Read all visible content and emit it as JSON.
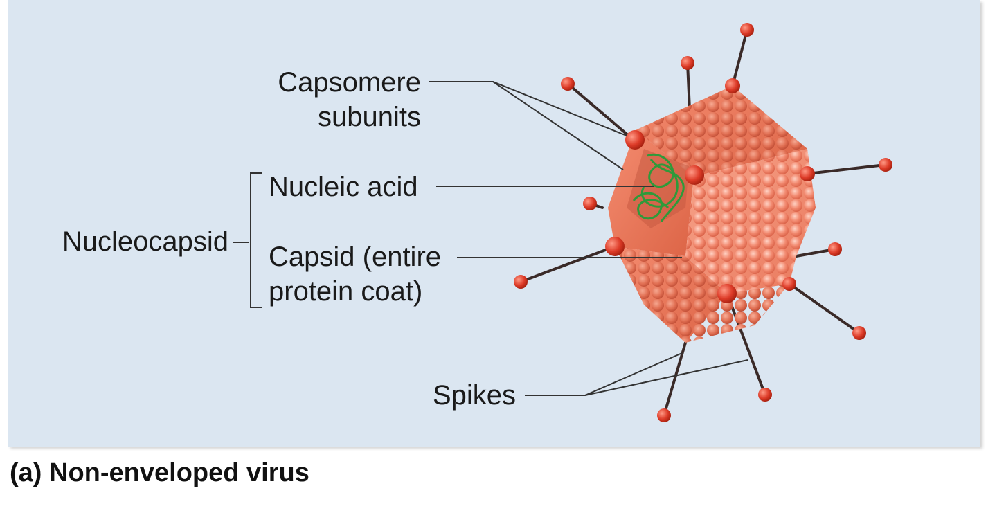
{
  "labels": {
    "capsomere_line1": "Capsomere",
    "capsomere_line2": "subunits",
    "nucleic_acid": "Nucleic acid",
    "nucleocapsid": "Nucleocapsid",
    "capsid_line1": "Capsid (entire",
    "capsid_line2": "protein coat)",
    "spikes": "Spikes"
  },
  "caption": "(a) Non-enveloped virus",
  "colors": {
    "background": "#dbe6f1",
    "capsid": "#ee7a62",
    "spike_tip": "#d83a2a",
    "nucleic_acid": "#2f9a3a",
    "leader_line": "#333333"
  }
}
